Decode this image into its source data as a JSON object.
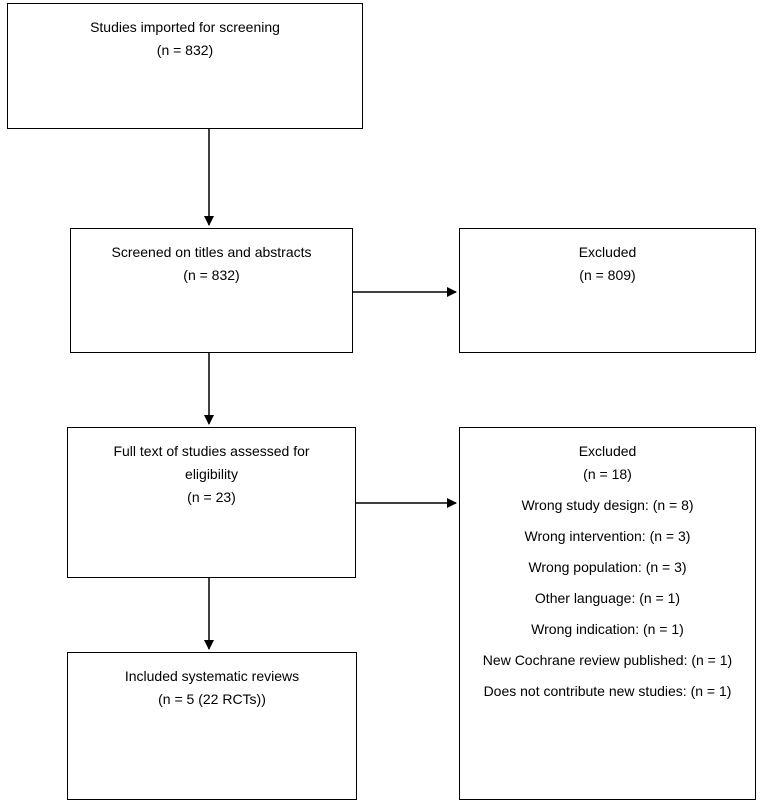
{
  "boxes": {
    "imported": {
      "title": "Studies imported for screening",
      "count": "(n = 832)"
    },
    "screened": {
      "title": "Screened on titles and abstracts",
      "count": "(n = 832)"
    },
    "excluded_1": {
      "title": "Excluded",
      "count": "(n = 809)"
    },
    "fulltext": {
      "title_line1": "Full text of studies assessed for",
      "title_line2": "eligibility",
      "count": "(n = 23)"
    },
    "excluded_2": {
      "title": "Excluded",
      "count": "(n = 18)",
      "reasons": [
        "Wrong study design: (n = 8)",
        "Wrong intervention: (n = 3)",
        "Wrong population: (n = 3)",
        "Other language: (n = 1)",
        "Wrong indication: (n = 1)",
        "New Cochrane review published: (n = 1)",
        "Does not contribute new studies: (n = 1)"
      ]
    },
    "included": {
      "title": "Included systematic reviews",
      "count": "(n = 5 (22 RCTs))"
    }
  }
}
